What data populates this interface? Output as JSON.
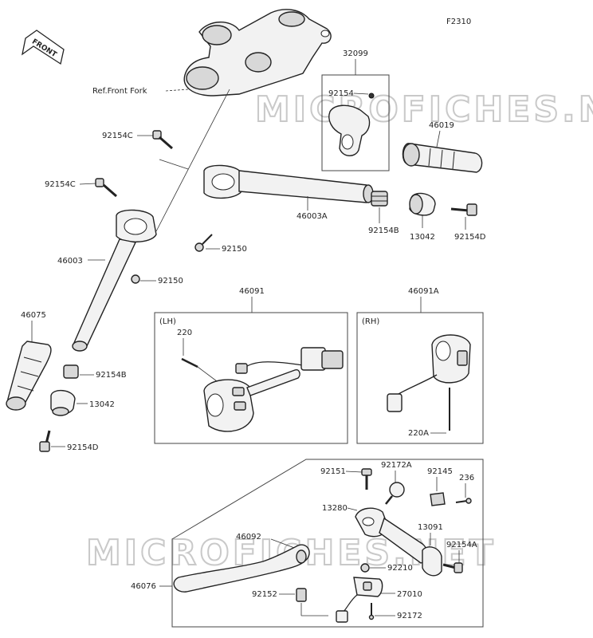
{
  "diagram": {
    "code": "F2310",
    "front_arrow": "FRONT",
    "ref_front_fork": "Ref.Front Fork",
    "watermark": "MICROFICHES.NET",
    "box_lh_tag": "(LH)",
    "box_rh_tag": "(RH)",
    "parts": {
      "p32099": "32099",
      "p92154": "92154",
      "p46019": "46019",
      "p92154C_top": "92154C",
      "p92154C_left": "92154C",
      "p46003A": "46003A",
      "p92154B_r": "92154B",
      "p13042_r": "13042",
      "p92154D_r": "92154D",
      "p92150_a": "92150",
      "p46003": "46003",
      "p92150_b": "92150",
      "p46091": "46091",
      "p46091A": "46091A",
      "p220": "220",
      "p220A": "220A",
      "p46075": "46075",
      "p92154B_l": "92154B",
      "p13042_l": "13042",
      "p92154D_l": "92154D",
      "p92151": "92151",
      "p92172A": "92172A",
      "p92145": "92145",
      "p236": "236",
      "p13280": "13280",
      "p13091": "13091",
      "p46092": "46092",
      "p92154A": "92154A",
      "p92210": "92210",
      "p46076": "46076",
      "p92152": "92152",
      "p27010": "27010",
      "p92172": "92172"
    }
  }
}
